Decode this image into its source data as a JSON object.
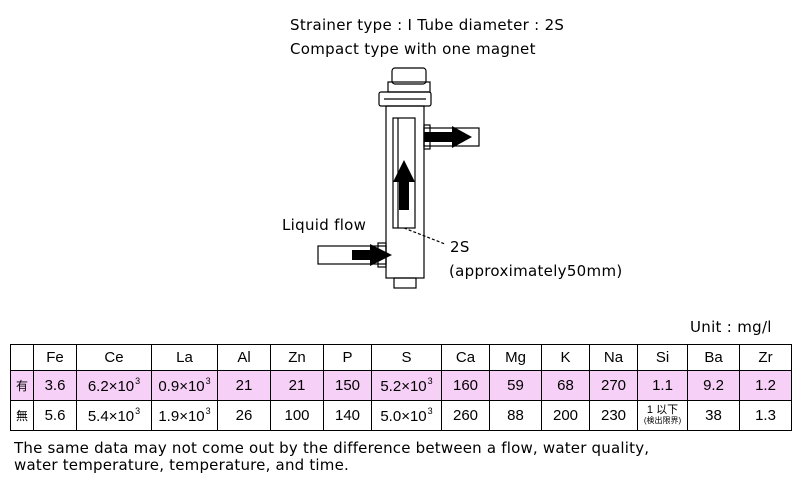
{
  "header": {
    "line1": "Strainer type : I   Tube diameter : 2S",
    "line2": "Compact type with one magnet"
  },
  "diagram": {
    "liquid_flow_label": "Liquid flow",
    "size_label": "2S",
    "size_note": "(approximately50mm)"
  },
  "unit_label": "Unit : mg/l",
  "table": {
    "columns": [
      "Fe",
      "Ce",
      "La",
      "Al",
      "Zn",
      "P",
      "S",
      "Ca",
      "Mg",
      "K",
      "Na",
      "Si",
      "Ba",
      "Zr"
    ],
    "rows": [
      {
        "label": "有",
        "cells": [
          {
            "text": "3.6"
          },
          {
            "text": "6.2×10",
            "sup": "3"
          },
          {
            "text": "0.9×10",
            "sup": "3"
          },
          {
            "text": "21"
          },
          {
            "text": "21"
          },
          {
            "text": "150"
          },
          {
            "text": "5.2×10",
            "sup": "3"
          },
          {
            "text": "160"
          },
          {
            "text": "59"
          },
          {
            "text": "68"
          },
          {
            "text": "270"
          },
          {
            "text": "1.1"
          },
          {
            "text": "9.2"
          },
          {
            "text": "1.2"
          }
        ]
      },
      {
        "label": "無",
        "cells": [
          {
            "text": "5.6"
          },
          {
            "text": "5.4×10",
            "sup": "3"
          },
          {
            "text": "1.9×10",
            "sup": "3"
          },
          {
            "text": "26"
          },
          {
            "text": "100"
          },
          {
            "text": "140"
          },
          {
            "text": "5.0×10",
            "sup": "3"
          },
          {
            "text": "260"
          },
          {
            "text": "88"
          },
          {
            "text": "200"
          },
          {
            "text": "230"
          },
          {
            "text": "1 以下",
            "sub": "(検出限界)"
          },
          {
            "text": "38"
          },
          {
            "text": "1.3"
          }
        ]
      }
    ]
  },
  "note": {
    "line1": "The same data may not come out by the difference between a flow, water quality,",
    "line2": "water temperature, temperature, and time."
  },
  "colors": {
    "with_magnet_row_bg": "#f7d0f7",
    "line": "#000000"
  }
}
